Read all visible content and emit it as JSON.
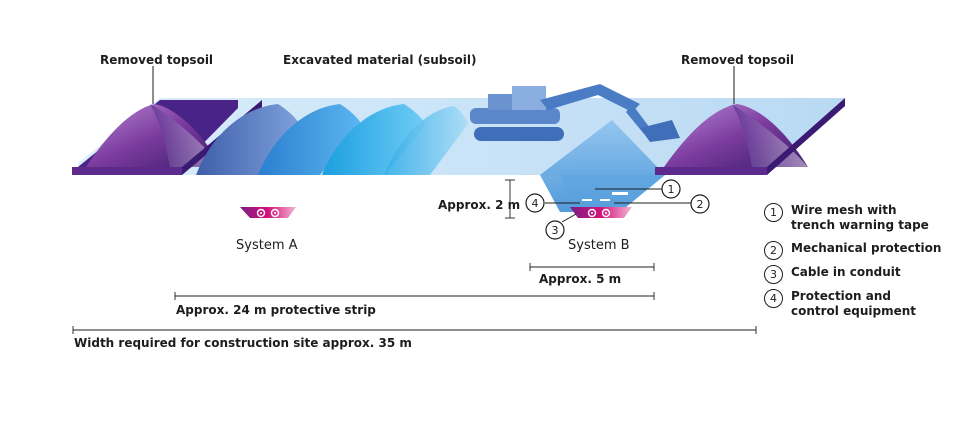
{
  "labels": {
    "removed_topsoil_left": "Removed topsoil",
    "excavated_material": "Excavated material (subsoil)",
    "removed_topsoil_right": "Removed topsoil",
    "system_a": "System A",
    "system_b": "System B",
    "depth": "Approx. 2 m",
    "trench_width": "Approx. 5 m",
    "protective_strip": "Approx. 24 m protective strip",
    "site_width": "Width required for construction site approx. 35 m"
  },
  "callouts": [
    "1",
    "2",
    "3",
    "4"
  ],
  "legend": [
    {
      "num": "1",
      "text": "Wire mesh with\ntrench warning tape"
    },
    {
      "num": "2",
      "text": "Mechanical protection"
    },
    {
      "num": "3",
      "text": "Cable in conduit"
    },
    {
      "num": "4",
      "text": "Protection and\ncontrol equipment"
    }
  ],
  "colors": {
    "ground": "#cfe4f7",
    "topsoil": "#7b3fa0",
    "subsoil_dark": "#5a7fc4",
    "subsoil_light": "#39b6ea",
    "system": "#c9147a",
    "excavator": "#4a7cc5"
  }
}
